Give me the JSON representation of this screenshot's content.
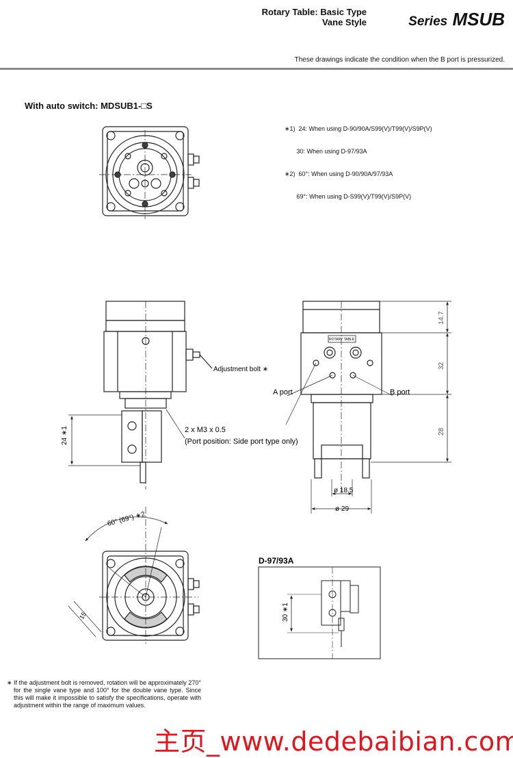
{
  "header": {
    "title_line1": "Rotary Table: Basic Type",
    "title_line2": "Vane Style",
    "series_prefix": "Series",
    "series_name": "MSUB",
    "note": "These drawings indicate the condition when the B port is pressurized."
  },
  "section": {
    "title": "With auto switch: MDSUB1-□S"
  },
  "notes": {
    "lines": [
      "∗1)  24: When using D-90/90A/S99(V)/T99(V)/S9P(V)",
      "       30: When using D-97/93A",
      "∗2)  60°: When using D-90/90A/97/93A",
      "       69°: When using D-S99(V)/T99(V)/S9P(V)"
    ]
  },
  "labels": {
    "adjustment_bolt": "Adjustment bolt ∗",
    "a_port": "A port",
    "b_port": "B port",
    "port_thread": "2 x M3 x 0.5",
    "port_position": "(Port position: Side port type only)",
    "dim_24": "24 ∗1",
    "dim_14_7": "14.7",
    "dim_32": "32",
    "dim_28": "28",
    "dim_d18_5": "ø 18.5",
    "dim_d29": "ø 29",
    "angle": "60° (69°) ∗2",
    "dim_15": "15",
    "rotary_table_plate": "ROTARY TABLE",
    "d97_title": "D-97/93A",
    "dim_30": "30 ∗1"
  },
  "footnote": {
    "star": "∗",
    "text": "If the adjustment bolt is removed, rotation will be approximately 270° for the single vane type and 100° for the double vane type. Since this will make it impossible to satisfy the specifications, operate with adjustment within the range of maximum values."
  },
  "watermark": {
    "text": "主页_www.dedebaibian.com"
  }
}
